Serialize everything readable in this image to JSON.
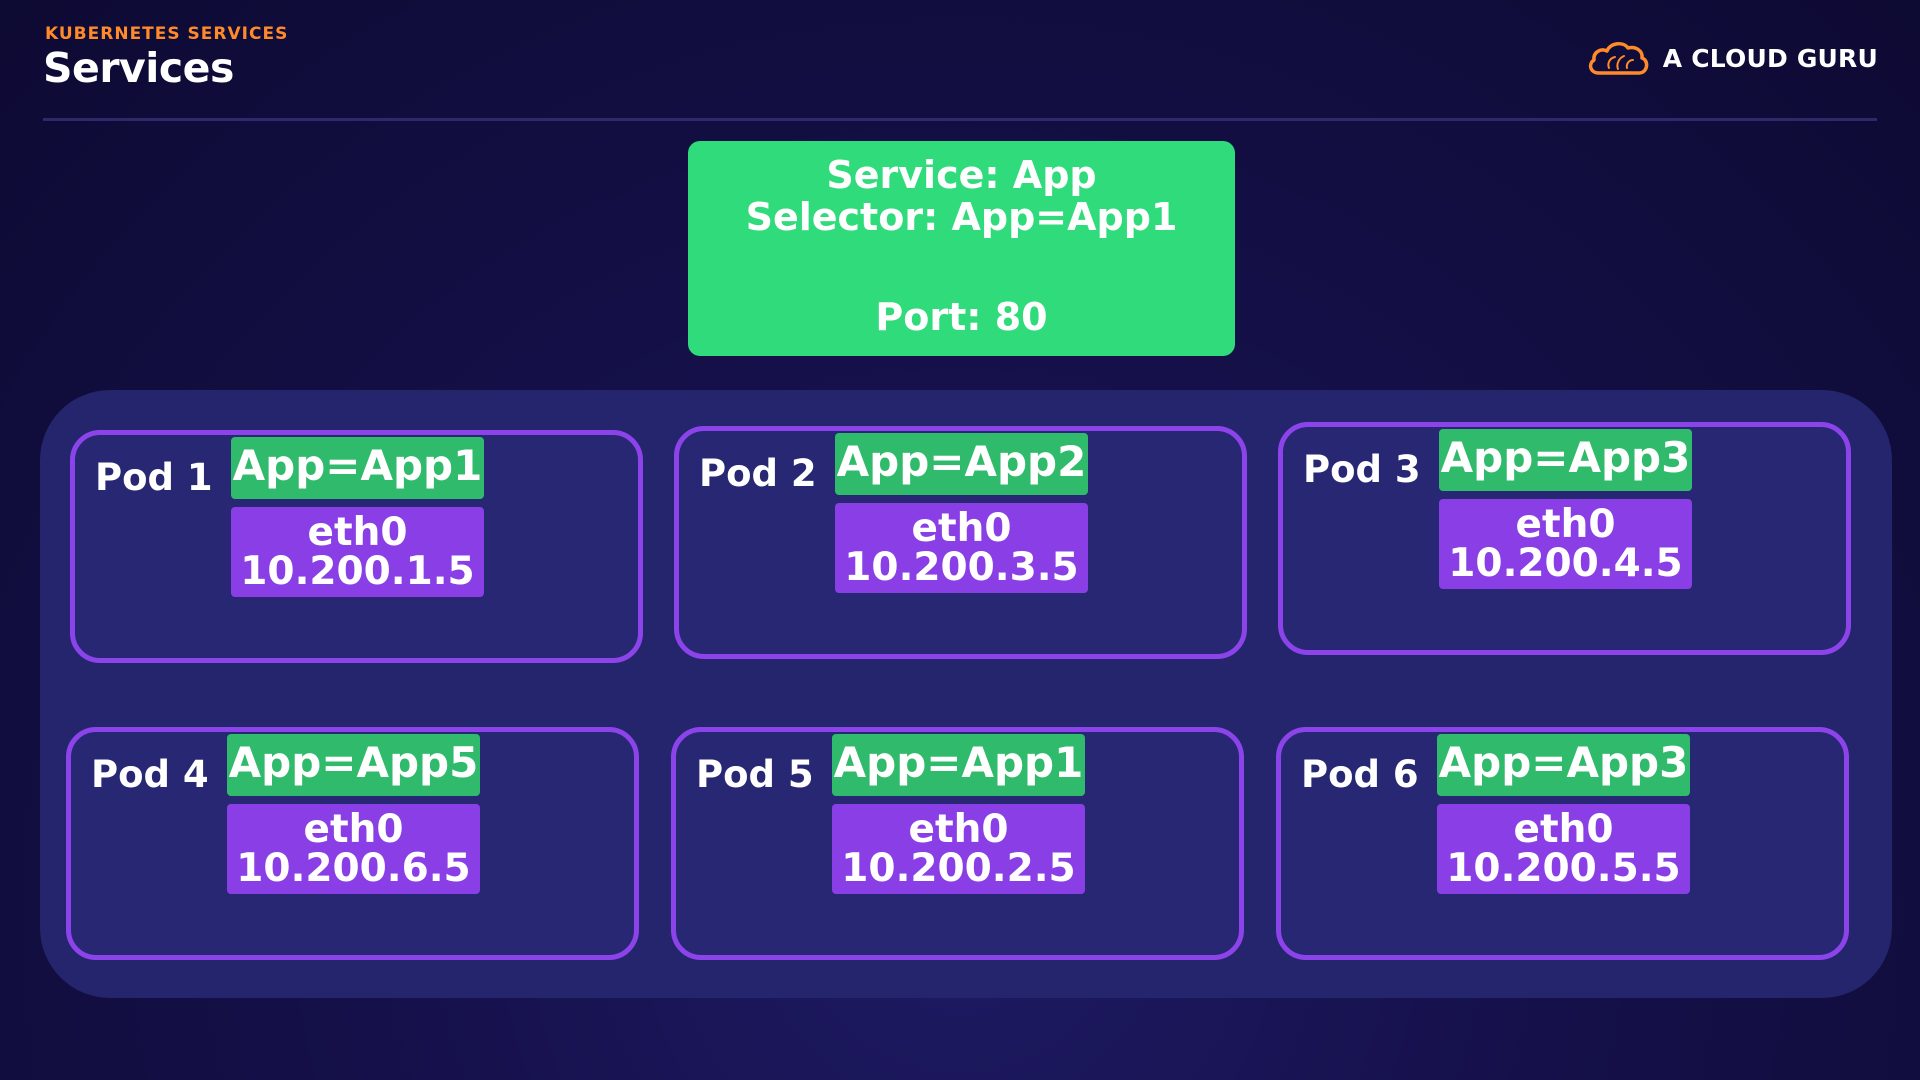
{
  "header": {
    "eyebrow": "KUBERNETES SERVICES",
    "title": "Services",
    "brand": "A CLOUD GURU"
  },
  "service": {
    "name": "Service: App",
    "selector": "Selector: App=App1",
    "port": "Port: 80"
  },
  "pods": [
    {
      "name": "Pod 1",
      "label": "App=App1",
      "interface": "eth0",
      "ip": "10.200.1.5"
    },
    {
      "name": "Pod 2",
      "label": "App=App2",
      "interface": "eth0",
      "ip": "10.200.3.5"
    },
    {
      "name": "Pod 3",
      "label": "App=App3",
      "interface": "eth0",
      "ip": "10.200.4.5"
    },
    {
      "name": "Pod 4",
      "label": "App=App5",
      "interface": "eth0",
      "ip": "10.200.6.5"
    },
    {
      "name": "Pod 5",
      "label": "App=App1",
      "interface": "eth0",
      "ip": "10.200.2.5"
    },
    {
      "name": "Pod 6",
      "label": "App=App3",
      "interface": "eth0",
      "ip": "10.200.5.5"
    }
  ],
  "colors": {
    "accent_orange": "#ff8a2a",
    "service_green": "#2fdb7b",
    "label_green": "#2fbb6b",
    "pod_purple": "#8a3fe6",
    "background": "#151049"
  },
  "icons": {
    "brand_logo": "cloud-logo-icon"
  }
}
